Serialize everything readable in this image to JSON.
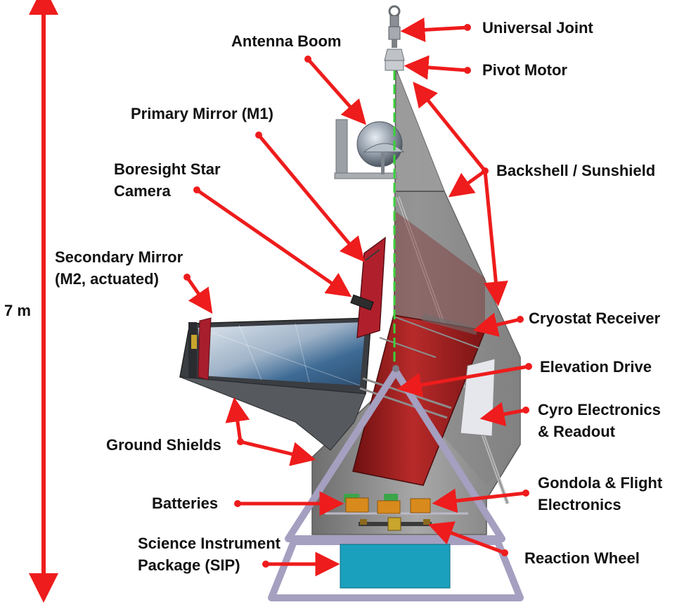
{
  "scale": {
    "label": "7 m"
  },
  "labels": {
    "universal_joint": "Universal Joint",
    "antenna_boom": "Antenna Boom",
    "pivot_motor": "Pivot Motor",
    "primary_mirror": "Primary Mirror (M1)",
    "boresight_1": "Boresight Star",
    "boresight_2": "Camera",
    "backshell": "Backshell / Sunshield",
    "secondary_1": "Secondary Mirror",
    "secondary_2": "(M2, actuated)",
    "cryostat": "Cryostat Receiver",
    "elevation": "Elevation Drive",
    "cyro_1": "Cyro Electronics",
    "cyro_2": "& Readout",
    "ground_shields": "Ground Shields",
    "gondola_1": "Gondola & Flight",
    "gondola_2": "Electronics",
    "batteries": "Batteries",
    "sip_1": "Science Instrument",
    "sip_2": "Package (SIP)",
    "reaction_wheel": "Reaction Wheel"
  },
  "colors": {
    "arrow": "#ee1c1c",
    "backshell": "#8e8e8e",
    "cryostat": "#9c1c1c",
    "frame": "#a59fc0",
    "sip": "#1aa0bd",
    "sight_line": "#3ad23a",
    "battery": "#d98a1c"
  }
}
